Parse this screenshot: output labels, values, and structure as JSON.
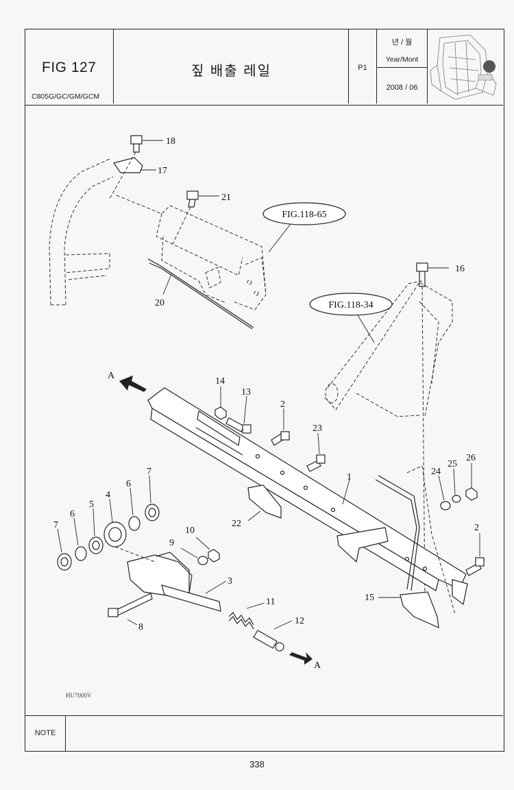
{
  "header": {
    "fig_label": "FIG 127",
    "model": "C805G/GC/GM/GCM",
    "title": "짚 배출 레일",
    "page_id": "P1",
    "year_month_kr": "년 / 월",
    "year_month_en": "Year/Mont",
    "date": "2008 / 06"
  },
  "callouts": {
    "fig_118_65": "FIG.118-65",
    "fig_118_34": "FIG.118-34",
    "arrow_a": "A"
  },
  "parts": {
    "p1": "1",
    "p2": "2",
    "p3": "3",
    "p4": "4",
    "p5": "5",
    "p6": "6",
    "p7": "7",
    "p8": "8",
    "p9": "9",
    "p10": "10",
    "p11": "11",
    "p12": "12",
    "p13": "13",
    "p14": "14",
    "p15": "15",
    "p16": "16",
    "p17": "17",
    "p18": "18",
    "p20": "20",
    "p21": "21",
    "p22": "22",
    "p23": "23",
    "p24": "24",
    "p25": "25",
    "p26": "26"
  },
  "drawing_code": "HU7000V",
  "note_label": "NOTE",
  "page_number": "338"
}
